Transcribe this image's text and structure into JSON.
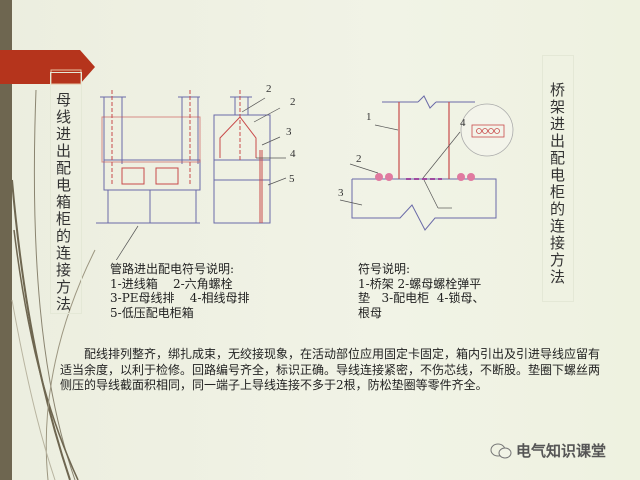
{
  "left_title": "母线进出配电箱柜的连接方法",
  "right_title": "桥架进出配电柜的连接方法",
  "left_diagram": {
    "labels": [
      "2",
      "2",
      "3",
      "4",
      "5"
    ]
  },
  "right_diagram": {
    "labels": [
      "1",
      "2",
      "3",
      "4"
    ]
  },
  "left_legend": {
    "heading": "管路进出配电符号说明:",
    "lines": [
      "1-进线箱    2-六角螺栓",
      "3-PE母线排    4-相线母排",
      "5-低压配电柜箱"
    ]
  },
  "right_legend": {
    "heading": "符号说明:",
    "lines": [
      "1-桥架 2-螺母螺栓弹平",
      "垫   3-配电柜  4-锁母、",
      "根母"
    ]
  },
  "paragraph": "配线排列整齐，绑扎成束，无绞接现象，在活动部位应用固定卡固定，箱内引出及引进导线应留有适当余度，以利于检修。回路编号齐全，标识正确。导线连接紧密，不伤芯线，不断股。垫圈下螺丝两侧压的导线截面积相同，同一端子上导线连接不多于2根，防松垫圈等零件齐全。",
  "watermark": "电气知识课堂",
  "colors": {
    "strip": "#6e6650",
    "banner": "#b5341c",
    "diagram_red": "#c84a4a",
    "diagram_blue": "#6a6aa8"
  }
}
